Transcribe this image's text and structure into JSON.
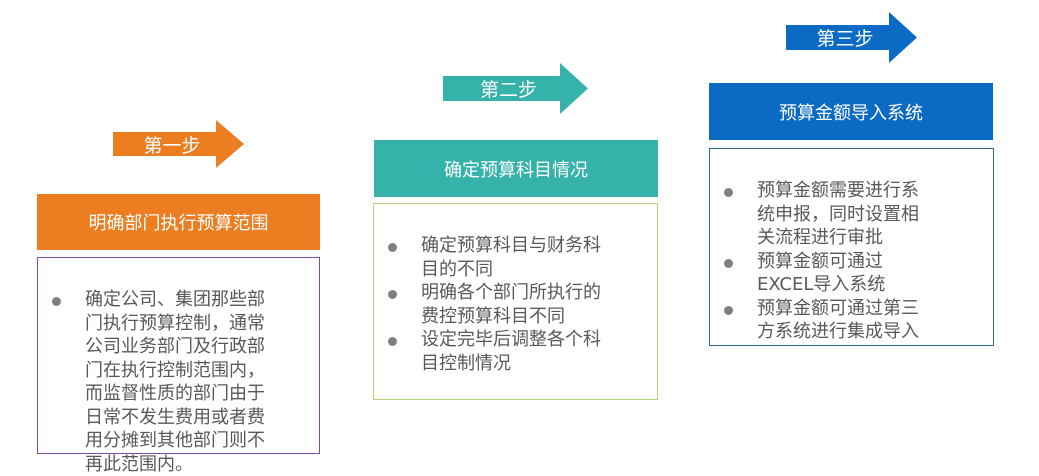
{
  "steps": [
    {
      "arrow_label": "第一步",
      "title": "明确部门执行预算范围",
      "color": "#ed7d21",
      "border_color": "#7f4fa0",
      "bullets": [
        "确定公司、集团那些部门执行预算控制，通常公司业务部门及行政部门在执行控制范围内，而监督性质的部门由于日常不发生费用或者费用分摊到其他部门则不再此范围内。"
      ]
    },
    {
      "arrow_label": "第二步",
      "title": "确定预算科目情况",
      "color": "#35b3aa",
      "border_color": "#b4d57a",
      "bullets": [
        "确定预算科目与财务科目的不同",
        "明确各个部门所执行的费控预算科目不同",
        "设定完毕后调整各个科目控制情况"
      ]
    },
    {
      "arrow_label": "第三步",
      "title": "预算金额导入系统",
      "color": "#0b6bc4",
      "border_color": "#2c6a87",
      "bullets": [
        "预算金额需要进行系统申报，同时设置相关流程进行审批",
        "预算金额可通过EXCEL导入系统",
        "预算金额可通过第三方系统进行集成导入"
      ]
    }
  ]
}
